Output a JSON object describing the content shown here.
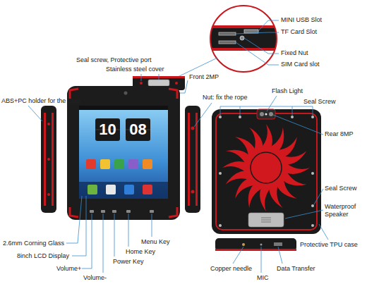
{
  "diagram": {
    "labels": [
      "MINI USB Slot",
      "TF Card Slot",
      "Fixed Nut",
      "SIM Card slot",
      "Seal screw, Protective port",
      "Stainless steel cover",
      "Front 2MP",
      "ABS+PC holder for the case",
      "Nut: fix the rope",
      "Flash Light",
      "Seal Screw",
      "Rear 8MP",
      "10",
      "08",
      "Seal Screw",
      "Waterproof Speaker",
      "Menu Key",
      "2.6mm Corning Glass",
      "Home Key",
      "8inch LCD Display",
      "Power Key",
      "Volume+",
      "Volume-",
      "Protective TPU case",
      "Copper needle",
      "Data Transfer",
      "MIC"
    ]
  }
}
